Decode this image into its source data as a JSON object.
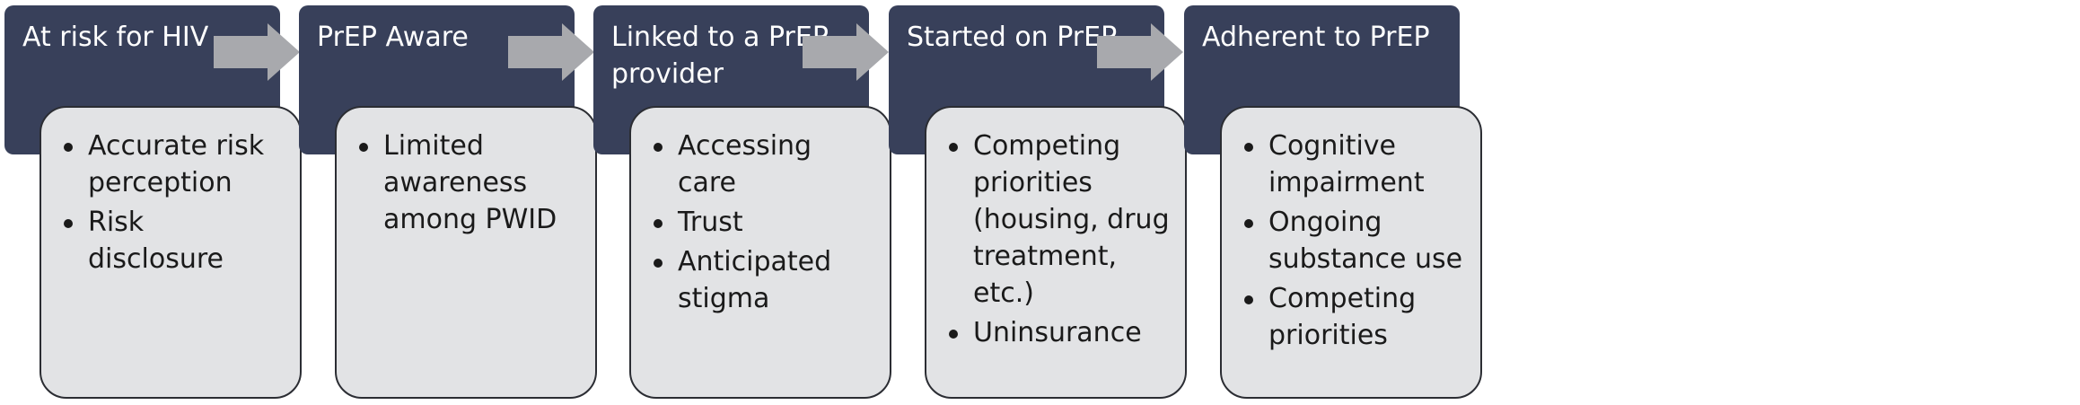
{
  "colors": {
    "header_fill": "#38405a",
    "card_fill": "#e2e3e5",
    "card_border": "#2b2d33",
    "arrow_fill": "#a8a9ad",
    "text_light": "#ffffff",
    "text_dark": "#1a1a1a"
  },
  "stages": [
    {
      "title": "At risk for HIV",
      "barriers": [
        "Accurate risk perception",
        "Risk disclosure"
      ]
    },
    {
      "title": "PrEP Aware",
      "barriers": [
        "Limited awareness among PWID"
      ]
    },
    {
      "title": "Linked to a PrEP provider",
      "barriers": [
        "Accessing care",
        "Trust",
        "Anticipated stigma"
      ]
    },
    {
      "title": "Started on PrEP",
      "barriers": [
        "Competing priorities (housing, drug treatment, etc.)",
        "Uninsurance"
      ]
    },
    {
      "title": "Adherent to PrEP",
      "barriers": [
        "Cognitive impairment",
        "Ongoing substance use",
        "Competing priorities"
      ]
    }
  ]
}
